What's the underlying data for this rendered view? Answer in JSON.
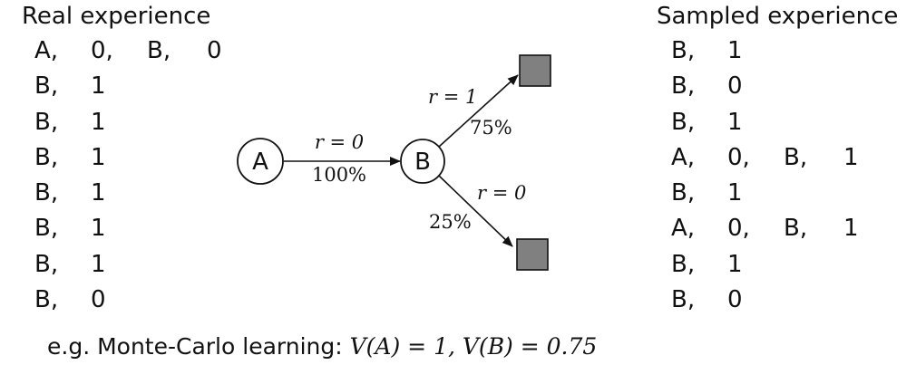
{
  "real": {
    "heading": "Real experience",
    "episodes": [
      [
        "A,",
        "0,",
        "B,",
        "0"
      ],
      [
        "B,",
        "1"
      ],
      [
        "B,",
        "1"
      ],
      [
        "B,",
        "1"
      ],
      [
        "B,",
        "1"
      ],
      [
        "B,",
        "1"
      ],
      [
        "B,",
        "1"
      ],
      [
        "B,",
        "0"
      ]
    ]
  },
  "sampled": {
    "heading": "Sampled experience",
    "episodes": [
      [
        "B,",
        "1"
      ],
      [
        "B,",
        "0"
      ],
      [
        "B,",
        "1"
      ],
      [
        "A,",
        "0,",
        "B,",
        "1"
      ],
      [
        "B,",
        "1"
      ],
      [
        "A,",
        "0,",
        "B,",
        "1"
      ],
      [
        "B,",
        "1"
      ],
      [
        "B,",
        "0"
      ]
    ]
  },
  "diagram": {
    "node_a": "A",
    "node_b": "B",
    "edge_ab": {
      "reward": "r = 0",
      "prob": "100%"
    },
    "edge_b_up": {
      "reward": "r = 1",
      "prob": "75%"
    },
    "edge_b_down": {
      "reward": "r = 0",
      "prob": "25%"
    },
    "terminal_color": "#808080"
  },
  "footer": {
    "prefix": "e.g. Monte-Carlo learning:",
    "formula": "V(A) = 1, V(B) = 0.75"
  }
}
